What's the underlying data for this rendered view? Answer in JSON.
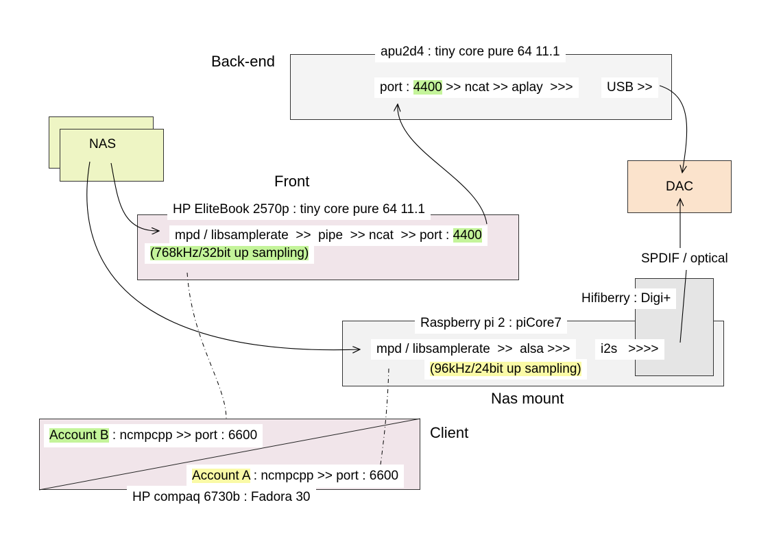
{
  "labels": {
    "backend": "Back-end",
    "front": "Front",
    "client": "Client",
    "nas_mount": "Nas mount"
  },
  "backend": {
    "title": "apu2d4 : tiny core pure 64 11.1",
    "chain_prefix": "port : ",
    "port": "4400",
    "chain_suffix": " >> ncat >> aplay  >>>",
    "usb": "USB >>"
  },
  "dac": {
    "label": "DAC"
  },
  "nas": {
    "label": "NAS"
  },
  "front": {
    "title": "HP EliteBook 2570p : tiny core pure 64 11.1",
    "chain_prefix": "mpd / libsamplerate  >>  pipe  >> ncat  >> port : ",
    "port": "4400",
    "sampling": "(768kHz/32bit up sampling)"
  },
  "spdif": {
    "label": "SPDIF / optical"
  },
  "hifiberry": {
    "label": "Hifiberry : Digi+"
  },
  "raspberry": {
    "title": "Raspberry pi 2 : piCore7",
    "chain": "mpd / libsamplerate  >>  alsa >>>",
    "i2s": "i2s   >>>>",
    "sampling": "(96kHz/24bit up sampling)"
  },
  "client": {
    "account_b_name": "Account B",
    "account_b_rest": " : ncmpcpp >> port : 6600",
    "account_a_name": "Account A",
    "account_a_rest": " : ncmpcpp >> port : 6600",
    "host": "HP compaq 6730b : Fadora 30"
  },
  "colors": {
    "highlight_green": "#c4f49a",
    "highlight_yellow": "#fafaa6",
    "nas_fill": "#eef5c4",
    "dac_fill": "#fbe3cc",
    "front_fill": "#f1e5ea",
    "backend_fill": "#f4f4f4",
    "pi_fill": "#f2f2f2"
  }
}
